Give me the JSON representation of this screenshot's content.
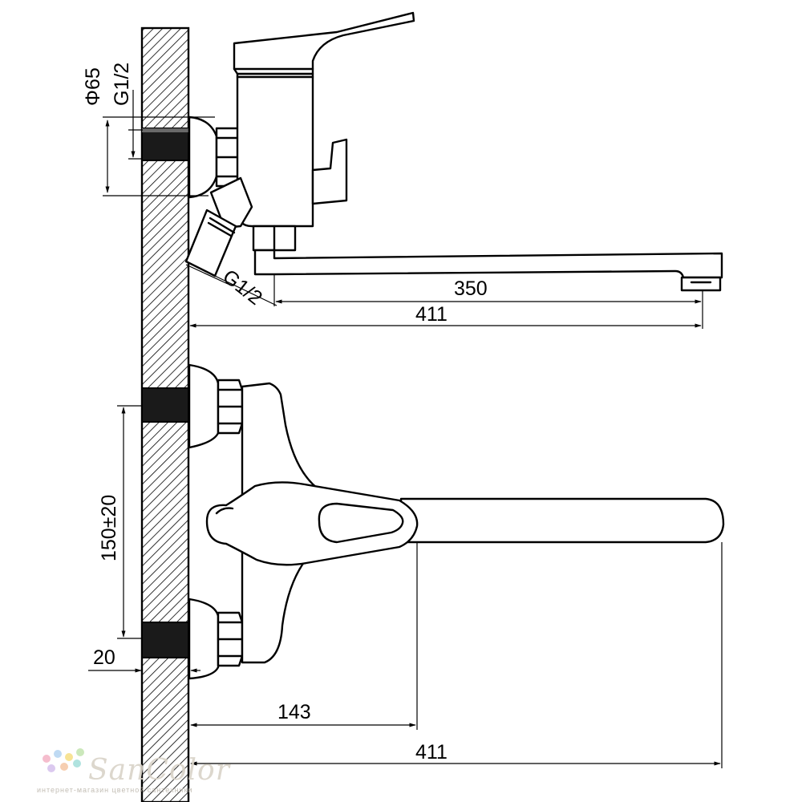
{
  "dimensions": {
    "d65": "Φ65",
    "g12_top": "G1/2",
    "g12_outlet": "G1/2",
    "len_350": "350",
    "len_411_top": "411",
    "centers": "150±20",
    "depth_20": "20",
    "len_143": "143",
    "len_411_bottom": "411"
  },
  "watermark": {
    "brand": "SanColor",
    "subtitle": "интернет-магазин цветной сантехники",
    "dot_colors": [
      "#f4b6c8",
      "#b9d7f2",
      "#f7e08a",
      "#c6e6b4",
      "#d8c4ee",
      "#f6c9a8",
      "#a8e0dc"
    ]
  }
}
